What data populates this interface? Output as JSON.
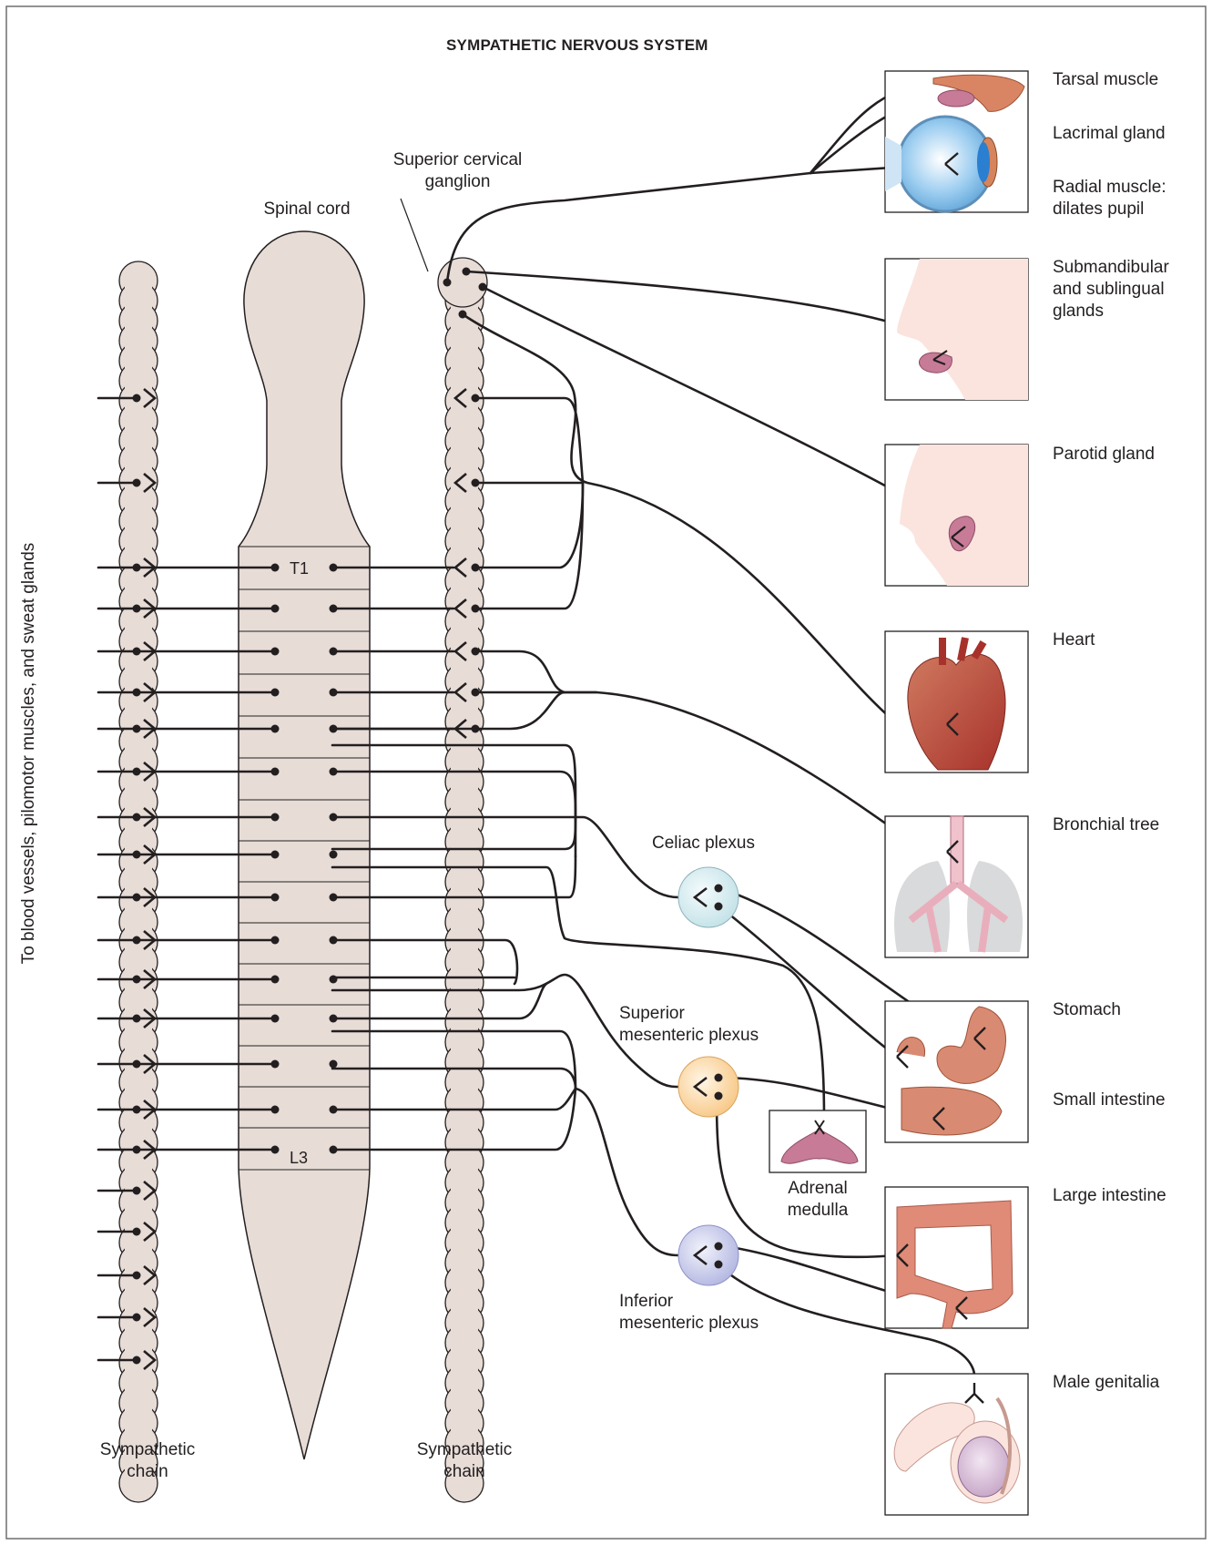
{
  "title": "SYMPATHETIC NERVOUS SYSTEM",
  "side_label": "To blood vessels, pilomotor muscles, and sweat glands",
  "structures": {
    "spinal_cord": "Spinal cord",
    "superior_cervical_ganglion": "Superior cervical\nganglion",
    "left_chain": "Sympathetic\nchain",
    "right_chain": "Sympathetic\nchain",
    "celiac_plexus": "Celiac plexus",
    "superior_mesenteric_plexus": "Superior\nmesenteric plexus",
    "inferior_mesenteric_plexus": "Inferior\nmesenteric plexus",
    "adrenal_medulla": "Adrenal\nmedulla"
  },
  "segment_labels": {
    "top": "T1",
    "bottom": "L3"
  },
  "targets": [
    {
      "label": "Tarsal muscle"
    },
    {
      "label": "Lacrimal gland"
    },
    {
      "label": "Radial muscle:\ndilates pupil"
    },
    {
      "label": "Submandibular\nand sublingual\nglands"
    },
    {
      "label": "Parotid gland"
    },
    {
      "label": "Heart"
    },
    {
      "label": "Bronchial tree"
    },
    {
      "label": "Stomach"
    },
    {
      "label": "Small intestine"
    },
    {
      "label": "Large intestine"
    },
    {
      "label": "Male genitalia"
    }
  ],
  "colors": {
    "tissue": "#e7dcd6",
    "outline": "#231f20",
    "celiac": "#d3eaee",
    "superior_mesenteric": "#fbd9a8",
    "inferior_mesenteric": "#c9cbea",
    "organ_pink": "#c77b97",
    "intestine": "#d98a72",
    "heart": "#b9473b",
    "skin": "#fbe4de"
  }
}
